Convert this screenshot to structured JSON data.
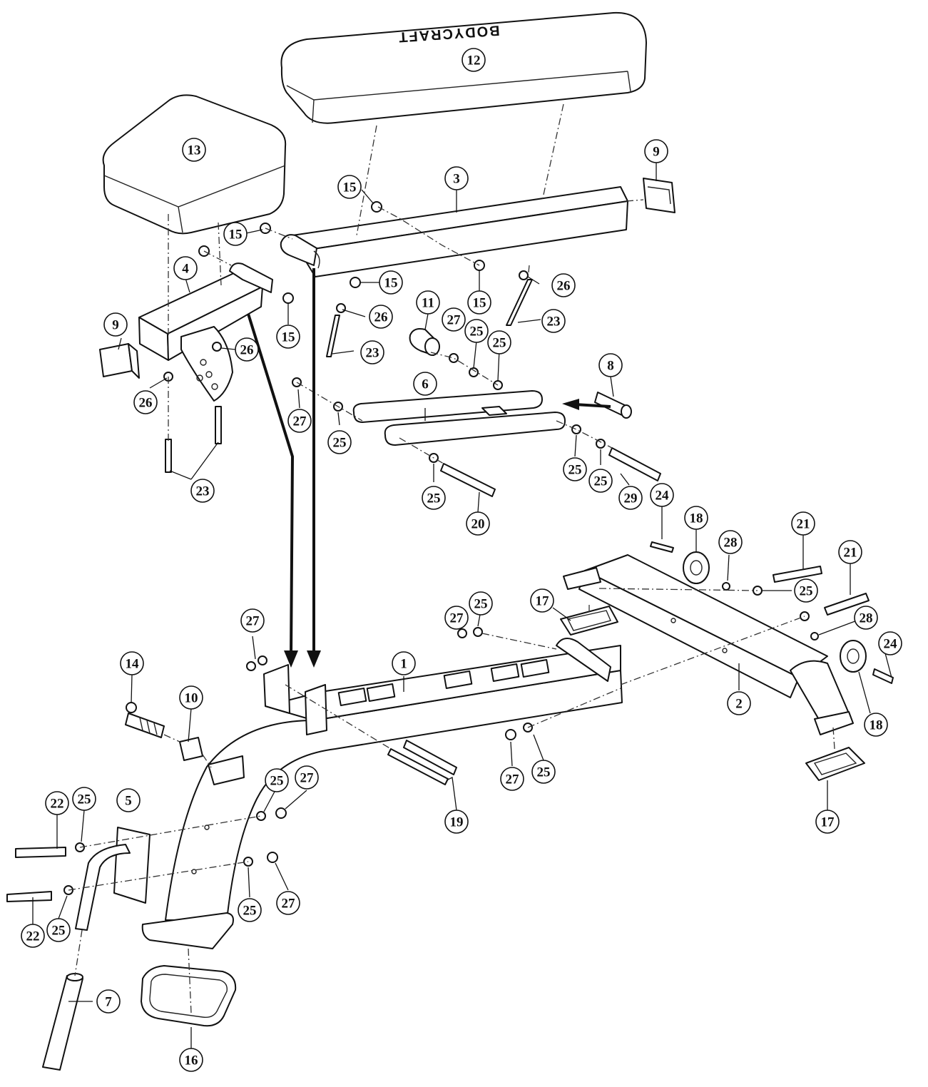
{
  "brand_text": "BODYCRAFT",
  "callouts": [
    {
      "id": "c1",
      "label": "1"
    },
    {
      "id": "c2",
      "label": "2"
    },
    {
      "id": "c3",
      "label": "3"
    },
    {
      "id": "c4",
      "label": "4"
    },
    {
      "id": "c5",
      "label": "5"
    },
    {
      "id": "c6",
      "label": "6"
    },
    {
      "id": "c7",
      "label": "7"
    },
    {
      "id": "c8",
      "label": "8"
    },
    {
      "id": "c9a",
      "label": "9"
    },
    {
      "id": "c9b",
      "label": "9"
    },
    {
      "id": "c10",
      "label": "10"
    },
    {
      "id": "c11",
      "label": "11"
    },
    {
      "id": "c12",
      "label": "12"
    },
    {
      "id": "c13",
      "label": "13"
    },
    {
      "id": "c14",
      "label": "14"
    },
    {
      "id": "c15a",
      "label": "15"
    },
    {
      "id": "c15b",
      "label": "15"
    },
    {
      "id": "c15c",
      "label": "15"
    },
    {
      "id": "c15d",
      "label": "15"
    },
    {
      "id": "c15e",
      "label": "15"
    },
    {
      "id": "c16",
      "label": "16"
    },
    {
      "id": "c17a",
      "label": "17"
    },
    {
      "id": "c17b",
      "label": "17"
    },
    {
      "id": "c18a",
      "label": "18"
    },
    {
      "id": "c18b",
      "label": "18"
    },
    {
      "id": "c19",
      "label": "19"
    },
    {
      "id": "c20",
      "label": "20"
    },
    {
      "id": "c21a",
      "label": "21"
    },
    {
      "id": "c21b",
      "label": "21"
    },
    {
      "id": "c22a",
      "label": "22"
    },
    {
      "id": "c22b",
      "label": "22"
    },
    {
      "id": "c23a",
      "label": "23"
    },
    {
      "id": "c23b",
      "label": "23"
    },
    {
      "id": "c23c",
      "label": "23"
    },
    {
      "id": "c24a",
      "label": "24"
    },
    {
      "id": "c24b",
      "label": "24"
    },
    {
      "id": "c25a",
      "label": "25"
    },
    {
      "id": "c25b",
      "label": "25"
    },
    {
      "id": "c25c",
      "label": "25"
    },
    {
      "id": "c25d",
      "label": "25"
    },
    {
      "id": "c25e",
      "label": "25"
    },
    {
      "id": "c25f",
      "label": "25"
    },
    {
      "id": "c25g",
      "label": "25"
    },
    {
      "id": "c25h",
      "label": "25"
    },
    {
      "id": "c25i",
      "label": "25"
    },
    {
      "id": "c25j",
      "label": "25"
    },
    {
      "id": "c25k",
      "label": "25"
    },
    {
      "id": "c25l",
      "label": "25"
    },
    {
      "id": "c25m",
      "label": "25"
    },
    {
      "id": "c25n",
      "label": "25"
    },
    {
      "id": "c25o",
      "label": "25"
    },
    {
      "id": "c26a",
      "label": "26"
    },
    {
      "id": "c26b",
      "label": "26"
    },
    {
      "id": "c26c",
      "label": "26"
    },
    {
      "id": "c26d",
      "label": "26"
    },
    {
      "id": "c27a",
      "label": "27"
    },
    {
      "id": "c27b",
      "label": "27"
    },
    {
      "id": "c27c",
      "label": "27"
    },
    {
      "id": "c27d",
      "label": "27"
    },
    {
      "id": "c27e",
      "label": "27"
    },
    {
      "id": "c27f",
      "label": "27"
    },
    {
      "id": "c27g",
      "label": "27"
    },
    {
      "id": "c28a",
      "label": "28"
    },
    {
      "id": "c28b",
      "label": "28"
    },
    {
      "id": "c29",
      "label": "29"
    }
  ]
}
